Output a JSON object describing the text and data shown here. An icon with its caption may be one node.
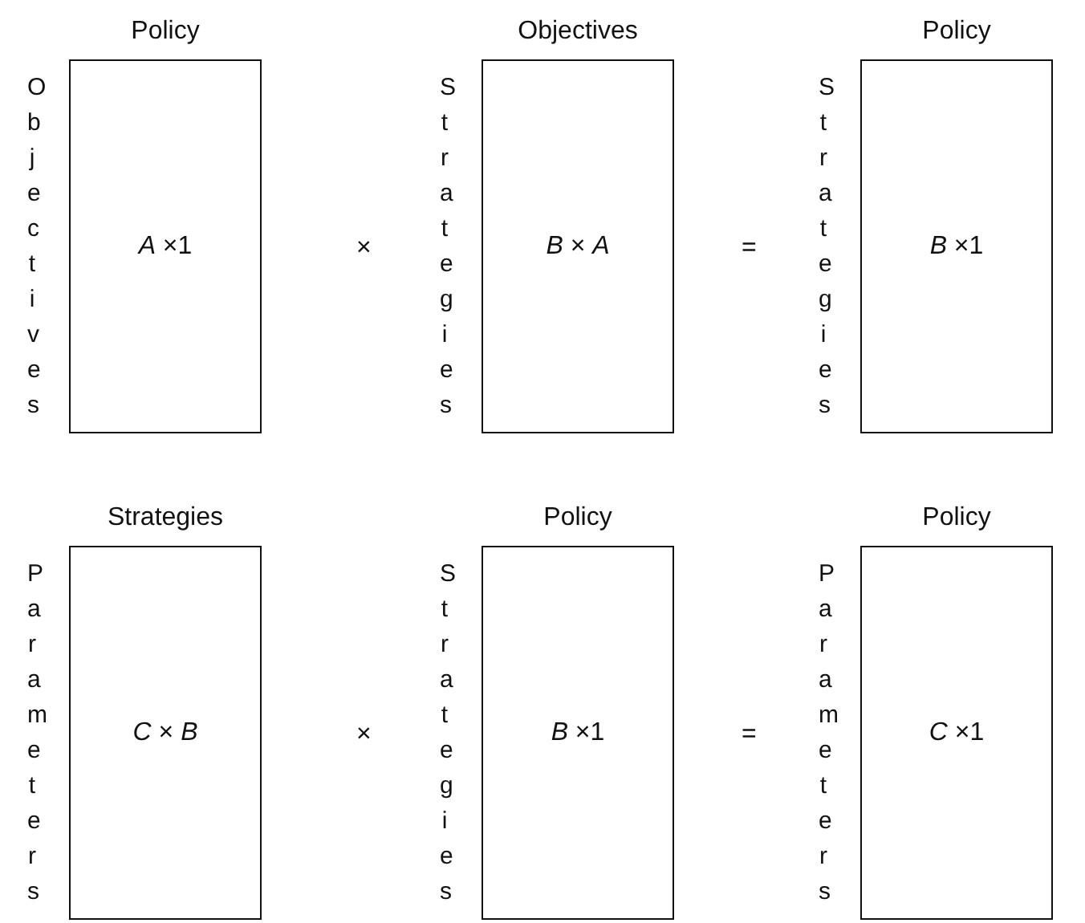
{
  "diagram": {
    "nodes": [
      {
        "text": [
          "Policy",
          "Objectives",
          "*A* ×1"
        ]
      },
      {
        "text": [
          "Objectives",
          "Strategies",
          "*B* × *A*"
        ]
      },
      {
        "text": [
          "Policy",
          "Strategies",
          "*B* ×1"
        ]
      },
      {
        "text": [
          "Strategies",
          "Parameters",
          "*C* × *B*"
        ]
      },
      {
        "text": [
          "Policy",
          "Strategies",
          "*B* ×1"
        ]
      },
      {
        "text": [
          "Policy",
          "Parameters",
          "*C* ×1"
        ]
      }
    ],
    "labels": [
      "×",
      "=",
      "×",
      "="
    ]
  }
}
